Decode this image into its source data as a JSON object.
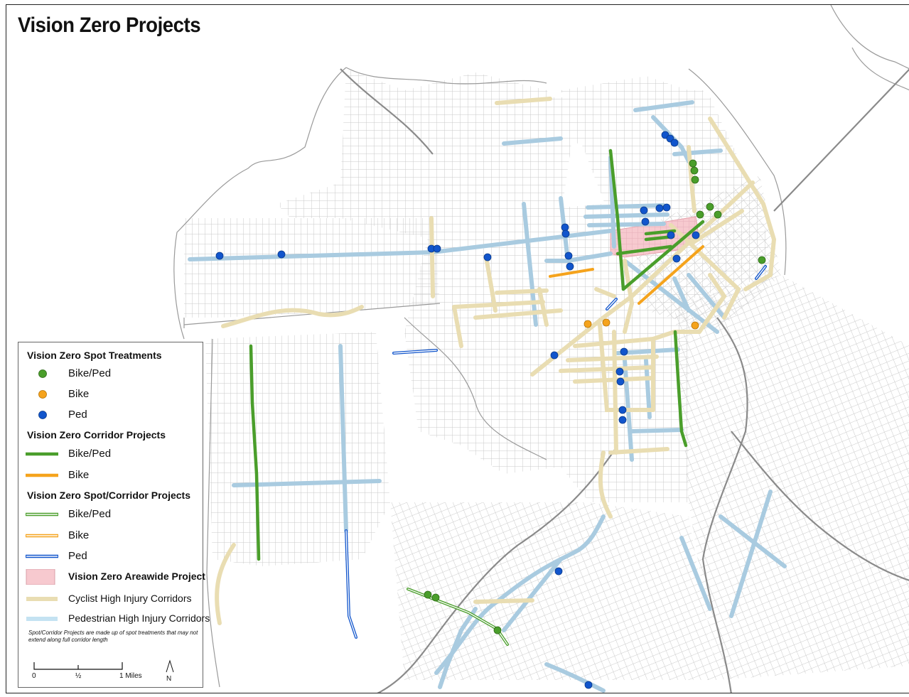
{
  "title": "Vision Zero Projects",
  "colors": {
    "street_grid": "#c9c9c9",
    "park_outline": "#9a9a9a",
    "freeway": "#7d7d7d",
    "bike_ped": "#4a9e2b",
    "bike": "#f5a31c",
    "ped": "#1155cc",
    "areawide_fill": "#f7c9cf",
    "cyclist_corridor": "#e9ddb2",
    "pedestrian_corridor": "#a9cbe0"
  },
  "legend": {
    "spot_title": "Vision Zero Spot Treatments",
    "spot_items": [
      {
        "label": "Bike/Ped",
        "icon": "green-dot-icon"
      },
      {
        "label": "Bike",
        "icon": "orange-dot-icon"
      },
      {
        "label": "Ped",
        "icon": "blue-dot-icon"
      }
    ],
    "corridor_title": "Vision Zero Corridor Projects",
    "corridor_items": [
      {
        "label": "Bike/Ped",
        "icon": "green-line-icon"
      },
      {
        "label": "Bike",
        "icon": "orange-line-icon"
      }
    ],
    "spotcorridor_title": "Vision Zero Spot/Corridor Projects",
    "spotcorridor_items": [
      {
        "label": "Bike/Ped",
        "icon": "green-double-line-icon"
      },
      {
        "label": "Bike",
        "icon": "orange-double-line-icon"
      },
      {
        "label": "Ped",
        "icon": "blue-double-line-icon"
      }
    ],
    "areawide_label": "Vision Zero Areawide Project",
    "cyclist_label": "Cyclist High Injury Corridors",
    "pedestrian_label": "Pedestrian High Injury Corridors",
    "note": "Spot/Corridor Projects are made up of spot treatments that may not extend along full corridor length",
    "scale": {
      "zero": "0",
      "half": "½",
      "one": "1 Miles"
    },
    "north": "N"
  }
}
